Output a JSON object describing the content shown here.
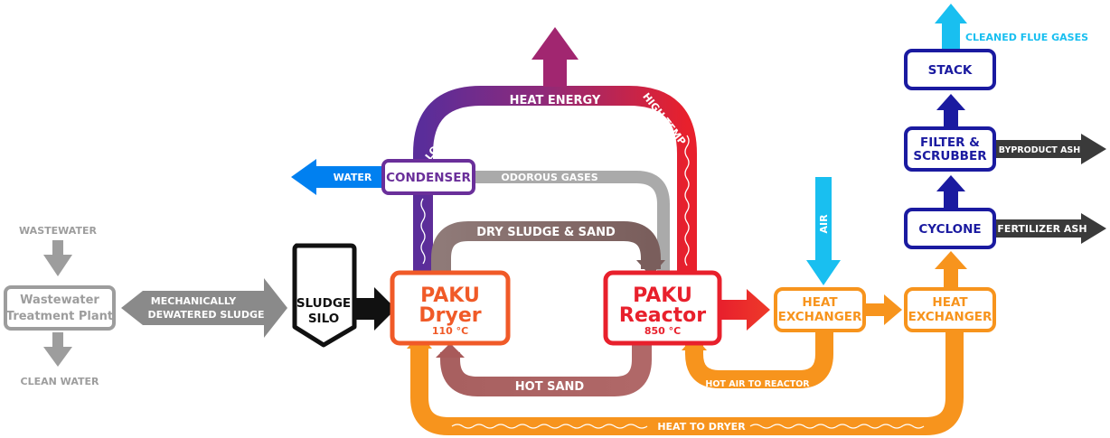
{
  "colors": {
    "gray": "#9d9d9d",
    "gray_dark": "#7a7a7a",
    "dark": "#3a3a3a",
    "blue": "#0080f0",
    "navy": "#1a1aa0",
    "cyan": "#19bff0",
    "purple": "#6a2f9a",
    "red": "#e8202c",
    "orange": "#f7941d",
    "dryer_orange": "#f05a28",
    "brown_dry": "#8c6a66",
    "brown_hot": "#a85a5a"
  },
  "labels": {
    "wastewater": "WASTEWATER",
    "wwtp_line1": "Wastewater",
    "wwtp_line2": "Treatment Plant",
    "clean_water": "CLEAN WATER",
    "mech_line1": "MECHANICALLY",
    "mech_line2": "DEWATERED SLUDGE",
    "silo_line1": "SLUDGE",
    "silo_line2": "SILO",
    "dryer_line1": "PAKU",
    "dryer_line2": "Dryer",
    "dryer_temp": "110 °C",
    "reactor_line1": "PAKU",
    "reactor_line2": "Reactor",
    "reactor_temp": "850 °C",
    "water": "WATER",
    "condenser": "CONDENSER",
    "odorous_gases": "ODOROUS GASES",
    "heat_energy": "HEAT ENERGY",
    "low_temp": "LOW TEMP",
    "high_temp": "HIGH TEMP",
    "dry_sludge_sand": "DRY SLUDGE & SAND",
    "hot_sand": "HOT SAND",
    "air": "AIR",
    "hx1_line1": "HEAT",
    "hx1_line2": "EXCHANGER",
    "hx2_line1": "HEAT",
    "hx2_line2": "EXCHANGER",
    "hot_air_to_reactor": "HOT AIR TO REACTOR",
    "heat_to_dryer": "HEAT TO DRYER",
    "cyclone": "CYCLONE",
    "fertilizer_ash": "FERTILIZER ASH",
    "filter_line1": "FILTER &",
    "filter_line2": "SCRUBBER",
    "byproduct_ash": "BYPRODUCT ASH",
    "stack": "STACK",
    "cleaned_flue_gases": "CLEANED FLUE GASES"
  }
}
